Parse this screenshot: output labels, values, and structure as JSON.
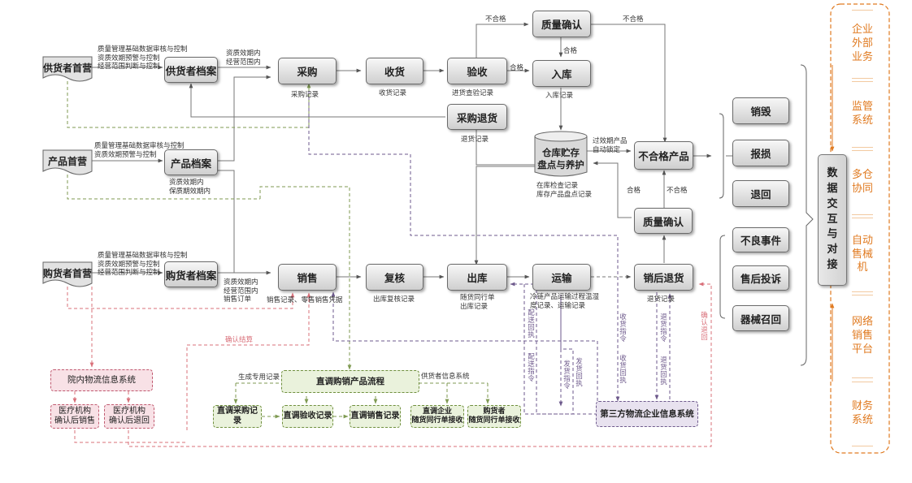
{
  "nodes": {
    "supplier_first": "供货者首营",
    "supplier_file": "供货者档案",
    "product_first": "产品首营",
    "product_file": "产品档案",
    "buyer_first": "购货者首营",
    "buyer_file": "购货者档案",
    "purchase": "采购",
    "receive": "收货",
    "accept": "验收",
    "quality_confirm_top": "质量确认",
    "stock_in": "入库",
    "purchase_return": "采购退货",
    "warehouse": "仓库贮存\n盘点与养护",
    "nonconforming": "不合格产品",
    "quality_confirm_bottom": "质量确认",
    "destroy": "销毁",
    "scrap": "报损",
    "return_back": "退回",
    "adverse_event": "不良事件",
    "after_sale_complaint": "售后投诉",
    "device_recall": "器械召回",
    "sales": "销售",
    "recheck": "复核",
    "stock_out": "出库",
    "transport": "运输",
    "after_sale_return": "销后退货",
    "hospital_system": "院内物流信息系统",
    "med_after_sale": "医疗机构\n确认后销售",
    "med_return": "医疗机构\n确认后退回",
    "direct_flow": "直调购销产品流程",
    "direct_purchase": "直调采购记录",
    "direct_accept": "直调验收记录",
    "direct_sale": "直调销售记录",
    "direct_company": "直调企业\n随货同行单接收",
    "buyer_receive": "购货者\n随货同行单接收",
    "third_party": "第三方物流企业信息系统",
    "data_exchange": "数\n据\n交\n互\n与\n对\n接"
  },
  "external": [
    "企业外部业务",
    "监管系统",
    "多仓协同",
    "自动售械机",
    "网络销售平台",
    "财务系统"
  ],
  "notes": {
    "supplier_ctrl": "质量管理基础数据审核与控制\n资质效期预警与控制\n经营范围判断与控制",
    "product_ctrl": "质量管理基础数据审核与控制\n资质效期预警与控制",
    "buyer_ctrl": "质量管理基础数据审核与控制\n资质效期预警与控制\n经营范围判断与控制",
    "supplier_scope": "资质效期内\n经营范围内",
    "product_scope": "资质效期内\n保质期效期内",
    "buyer_scope": "资质效期内\n经营范围内\n销售订单",
    "purchase_rec": "采购记录",
    "receive_rec": "收货记录",
    "accept_rec": "进货查验记录",
    "stockin_rec": "入库记录",
    "return_rec": "退货记录",
    "warehouse_rec": "在库检查记录\n库存产品盘点记录",
    "expired": "过效期产品\n自动锁定",
    "sales_rec": "销售记录、零售销售凭据",
    "recheck_rec": "出库复核记录",
    "stockout_rec": "随货同行单\n出库记录",
    "transport_rec": "冷链产品运输过程温湿\n度记录、运输记录",
    "after_return_rec": "退货记录",
    "gen_record": "生成专用记录",
    "supplier_info": "供货者信息系统"
  },
  "edge_labels": {
    "unqualified": "不合格",
    "qualified": "合格",
    "confirm_settle": "确认结算"
  },
  "vertical_labels": {
    "ship_receipt": "配送回执",
    "ship_cmd": "配送指令",
    "deliver_cmd": "发货指令",
    "deliver_receipt": "发货回执",
    "recv_cmd": "收货指令",
    "recv_receipt": "收货回执",
    "return_cmd": "退货指令",
    "return_receipt": "退货回执",
    "confirm_return": "确认退回"
  },
  "colors": {
    "grey_line": "#777777",
    "green_dash": "#7f9a52",
    "purple_dash": "#6e5a8c",
    "red_dash": "#d9707a",
    "orange": "#e07a20"
  }
}
